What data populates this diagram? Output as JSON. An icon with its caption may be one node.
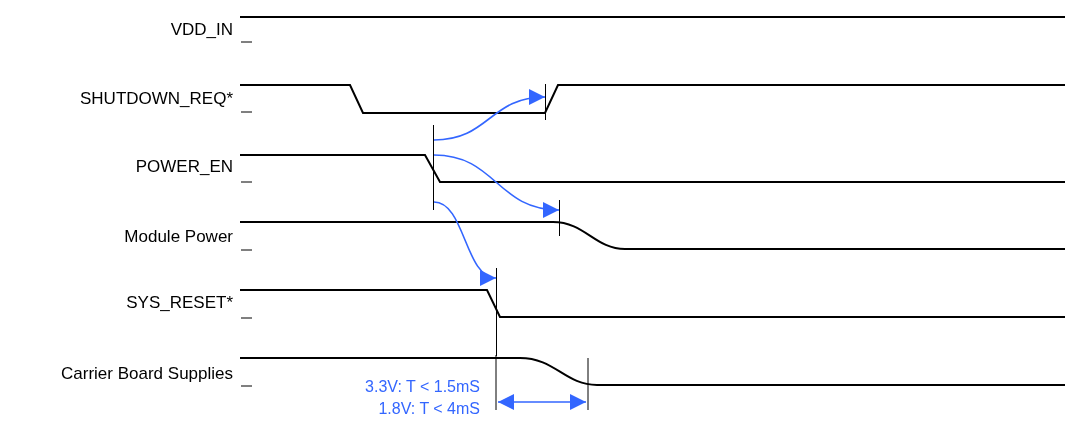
{
  "diagram": {
    "nodes": [
      {
        "text": [],
        "shape": "bar"
      },
      {
        "text": [],
        "shape": "bar"
      },
      {
        "text": [],
        "shape": "bar"
      },
      {
        "text": [],
        "shape": "bar"
      }
    ],
    "edges": [
      {
        "from": 0,
        "to": 2,
        "arrow": "to"
      },
      {
        "from": 0,
        "to": 3,
        "arrow": "to"
      },
      {
        "from": 0,
        "to": 1,
        "arrow": "to"
      }
    ],
    "labels": [
      "VDD_IN",
      "SHUTDOWN_REQ*",
      "POWER_EN",
      "Module Power",
      "SYS_RESET*",
      "Carrier Board Supplies",
      "3.3V: T < 1.5mS",
      "1.8V: T < 4mS"
    ]
  }
}
